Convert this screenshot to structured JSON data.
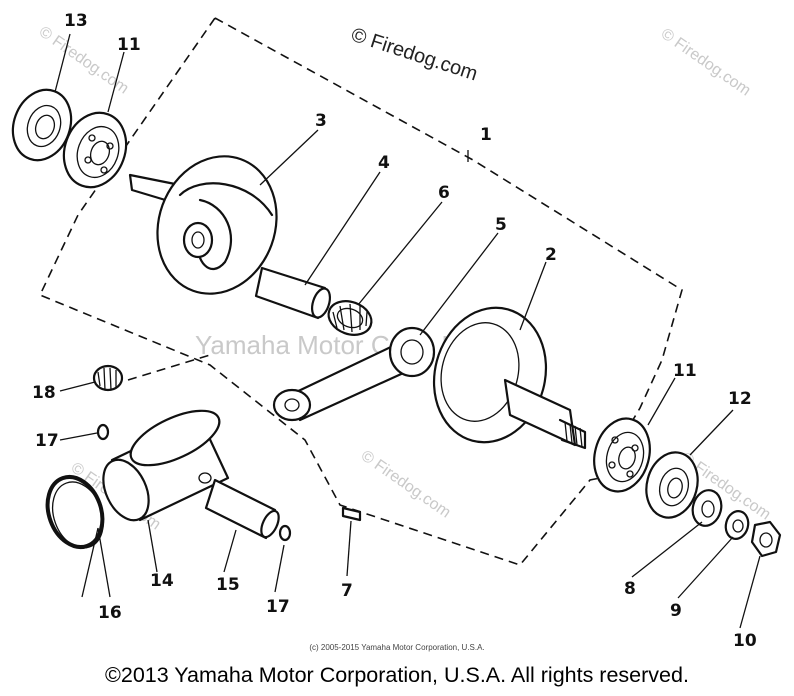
{
  "watermarks": {
    "firedog": "© Firedog.com",
    "center": "Yamaha Motor Corp. U.S.A."
  },
  "callouts": [
    "13",
    "11",
    "3",
    "4",
    "6",
    "1",
    "5",
    "2",
    "11",
    "12",
    "18",
    "17",
    "14",
    "15",
    "17",
    "16",
    "7",
    "8",
    "9",
    "10"
  ],
  "footer": {
    "small": "(c) 2005-2015 Yamaha Motor Corporation, U.S.A.",
    "copyright": "©2013 Yamaha Motor Corporation, U.S.A. All rights reserved."
  }
}
